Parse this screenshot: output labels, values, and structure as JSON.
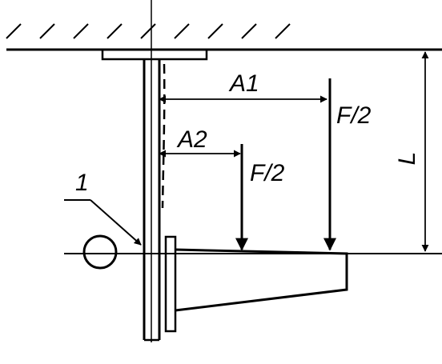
{
  "labels": {
    "a1": "A1",
    "a2": "A2",
    "force_left": "F/2",
    "force_right": "F/2",
    "length": "L",
    "part_number": "1"
  }
}
